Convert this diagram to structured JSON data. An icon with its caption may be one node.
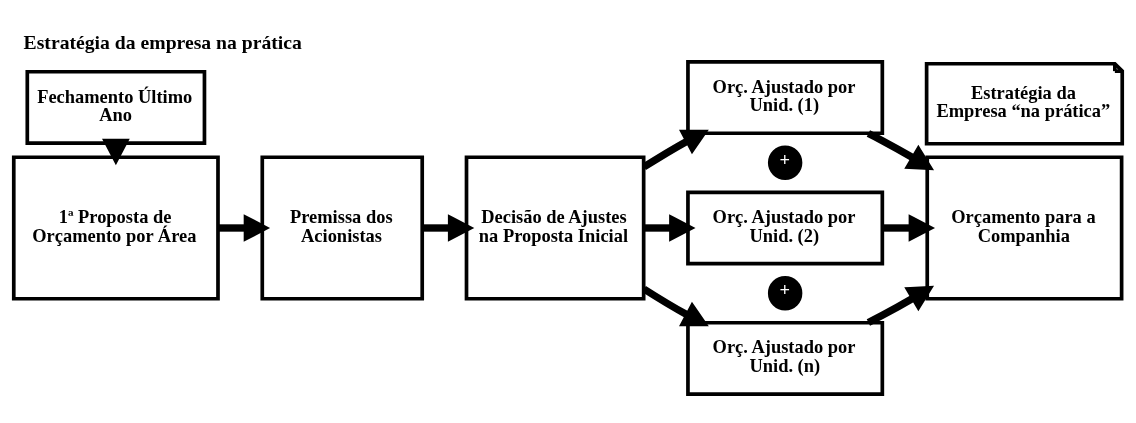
{
  "diagram": {
    "title": "Estratégia da empresa na prática",
    "nodes": [
      {
        "text": [
          "Fechamento Último Ano"
        ]
      },
      {
        "text": [
          "1ª Proposta de Orçamento por Área"
        ]
      },
      {
        "text": [
          "Premissa dos Acionistas"
        ]
      },
      {
        "text": [
          "Decisão de Ajustes na Proposta Inicial"
        ]
      },
      {
        "text": [
          "Orç. Ajustado por Unid. (1)"
        ]
      },
      {
        "text": [
          "+"
        ]
      },
      {
        "text": [
          "Orç. Ajustado por Unid. (2)"
        ]
      },
      {
        "text": [
          "+"
        ]
      },
      {
        "text": [
          "Orç. Ajustado por Unid. (n)"
        ]
      },
      {
        "text": [
          "Estratégia da Empresa “na prática”"
        ]
      },
      {
        "text": [
          "Orçamento para a Companhia"
        ]
      }
    ],
    "edges": [
      {
        "from": 0,
        "to": 1,
        "arrow": "to"
      },
      {
        "from": 1,
        "to": 2,
        "arrow": "to"
      },
      {
        "from": 2,
        "to": 3,
        "arrow": "to"
      },
      {
        "from": 3,
        "to": 4,
        "arrow": "to"
      },
      {
        "from": 3,
        "to": 6,
        "arrow": "to"
      },
      {
        "from": 3,
        "to": 8,
        "arrow": "to"
      },
      {
        "from": 4,
        "to": 10,
        "arrow": "to"
      },
      {
        "from": 6,
        "to": 10,
        "arrow": "to"
      },
      {
        "from": 8,
        "to": 10,
        "arrow": "to"
      }
    ]
  }
}
